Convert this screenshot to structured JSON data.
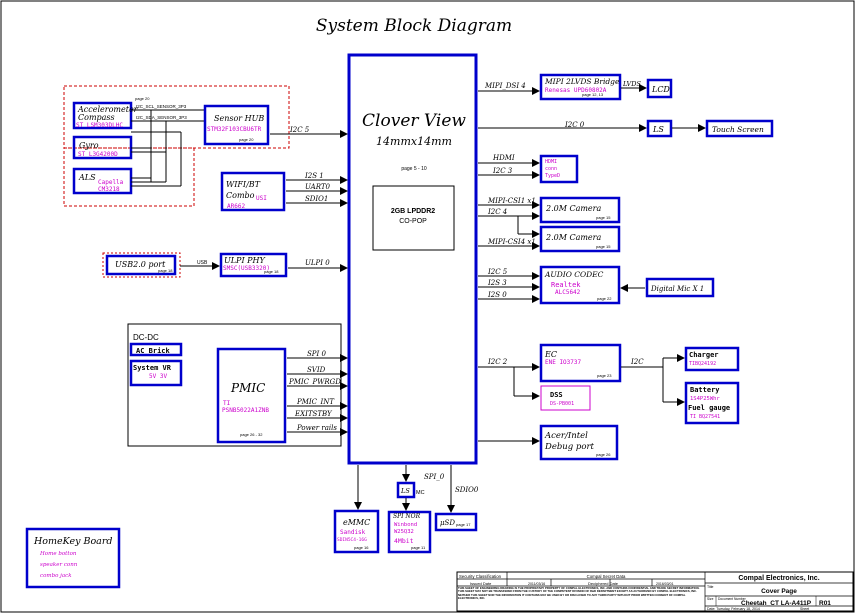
{
  "title": "System Block Diagram",
  "colors": {
    "block": "#0000cc",
    "magenta": "#cc00cc",
    "wire": "#000000",
    "dashed": "#cc0000"
  },
  "soc": {
    "name": "Clover View",
    "size": "14mmx14mm",
    "page": "page  5 - 10",
    "mem_line1": "2GB LPDDR2",
    "mem_line2": "CO-POP"
  },
  "sensor_group": {
    "accel": {
      "line1": "Accelerometer",
      "line2": "Compass",
      "part": "ST LSM303DLHC"
    },
    "gyro": {
      "label": "Gyro",
      "part": "ST L3G4200D"
    },
    "als": {
      "label": "ALS",
      "part1": "Capella",
      "part2": "CM3218"
    },
    "page": "page 20",
    "bus1": "I2C_SCL_SENSOR_3P3",
    "bus2": "I2C_SDA_SENSOR_3P3",
    "hub": {
      "label": "Sensor HUB",
      "part": "STM32F103CBU6TR",
      "page": "page 20"
    },
    "link": "I2C 5"
  },
  "wifi": {
    "line1": "WIFI/BT",
    "line2": "Combo",
    "part1": "USI",
    "part2": "AR662",
    "buses": [
      "I2S 1",
      "UART0",
      "SDIO1"
    ]
  },
  "usb": {
    "port": "USB2.0 port",
    "port_page": "page 18",
    "usb_label": "USB",
    "phy": "ULPI PHY",
    "phy_part": "SMSC(USB3320)",
    "phy_page": "page 18",
    "link": "ULPI 0"
  },
  "dcdc": {
    "title": "DC-DC",
    "ac": "AC Brick",
    "sys1": "System VR",
    "sys2": "5V 3V",
    "pmic": "PMIC",
    "pmic_part1": "TI",
    "pmic_part2": "PSNB5022A1ZNB",
    "pmic_page": "page 26 - 32",
    "signals": [
      "SPI 0",
      "SVID",
      "PMIC_PWRGD",
      "PMIC_INT",
      "EXITSTBY",
      "Power rails"
    ]
  },
  "right": {
    "mipi_dsi": "MIPI_DSI 4",
    "bridge1": "MIPI 2LVDS Bridge",
    "bridge2": "Renesas UPD60802A",
    "bridge_page": "page 12, 13",
    "lvds": "LVDS",
    "lcd": "LCD",
    "i2c0": "I2C 0",
    "ls1": "LS",
    "touch": "Touch Screen",
    "hdmi": "HDMI",
    "i2c3": "I2C 3",
    "hdmi_conn1": "HDMI",
    "hdmi_conn2": "conn",
    "hdmi_conn3": "TypeD",
    "csi1": "MIPI-CSI1 x1",
    "i2c4": "I2C 4",
    "cam1": "2.0M Camera",
    "cam1_page": "page 15",
    "csi4": "MIPI-CSI4 x1",
    "cam2": "2.0M Camera",
    "cam2_page": "page 15",
    "audio_buses": [
      "I2C 5",
      "I2S 3",
      "I2S 0"
    ],
    "codec": "AUDIO CODEC",
    "codec_part1": "Realtek",
    "codec_part2": "ALC5642",
    "codec_page": "page 22",
    "dmic": "Digital Mic X 1",
    "i2c2": "I2C 2",
    "ec": "EC",
    "ec_part": "ENE IO3737",
    "ec_page": "page 23",
    "dss": "DSS",
    "dss_part": "DS-PB001",
    "i2c_ec": "I2C",
    "charger": "Charger",
    "charger_part": "TIBQ24192",
    "battery": "Battery",
    "battery_part": "1S4P25Whr",
    "fuel": "Fuel gauge",
    "fuel_part": "TI BQ27541",
    "debug1": "Acer/Intel",
    "debug2": "Debug port",
    "debug_page": "page 26"
  },
  "bottom": {
    "emmc": "eMMC",
    "emmc_part1": "Sandisk",
    "emmc_part2": "SDIN5C4-16G",
    "emmc_page": "page 16",
    "spi": "SPI_0",
    "ls": "LS",
    "emmc_tag": "MC",
    "spinor": "SPI NOR",
    "spinor_part1": "Winbond",
    "spinor_part2": "W25Q32",
    "spinor_size": "4Mbit",
    "spinor_page": "page 11",
    "sdio": "SDIO0",
    "usd": "μSD",
    "usd_page": "page 17"
  },
  "homekey": {
    "title": "HomeKey Board",
    "items": [
      "Home botton",
      "speaker conn",
      "combo jack"
    ]
  },
  "titleblock": {
    "security": "Security Classification",
    "secret": "Compal Secret Data",
    "issued": "Issued Date",
    "issued_val": "2011/03/16",
    "deciph": "Deciphered Date",
    "deciph_val": "2016/03/01",
    "company": "Compal Electronics, Inc.",
    "title_lbl": "Title",
    "page_name": "Cover Page",
    "size": "Size",
    "docnum": "Document Number",
    "project": "Cheetah_CT LA-A411P",
    "rev": "R01",
    "date": "Date: Tuesday, February 18, 2014",
    "sheet": "Sheet",
    "notice": "THIS SHEET OF ENGINEERING DRAWING IS THE PROPRIETARY PROPERTY OF COMPAL ELECTRONICS, INC. AND CONTAINS CONFIDENTIAL AND TRADE SECRET INFORMATION. THIS SHEET MAY NOT BE TRANSFERED FROM THE CUSTODY OF THE COMPETENT DIVISION OF R&D DEPARTMENT EXCEPT AS AUTHORIZED BY COMPAL ELECTRONICS, INC. NEITHER THIS SHEET NOR THE INFORMATION IT CONTAINS MAY BE USED BY OR DISCLOSED TO ANY THIRD PARTY WITHOUT PRIOR WRITTEN CONSENT OF COMPAL ELECTRONICS, INC."
  }
}
